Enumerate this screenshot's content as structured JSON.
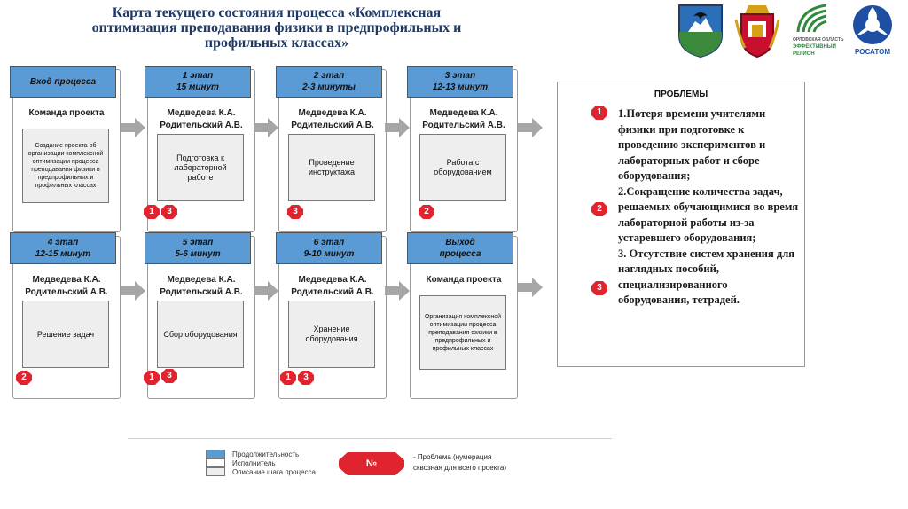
{
  "title": "Карта текущего состояния процесса «Комплексная оптимизация преподавания физики в предпрофильных и профильных классах»",
  "logos": {
    "region_text_1": "ОРЛОВСКАЯ ОБЛАСТЬ",
    "region_text_2": "ЭФФЕКТИВНЫЙ",
    "region_text_3": "РЕГИОН",
    "rosatom": "РОСАТОМ"
  },
  "cards": [
    {
      "head1": "Вход процесса",
      "head2": "",
      "who": "Команда проекта",
      "desc": "Создание проекта об организации комплексной оптимизации процесса преподавания физики в предпрофильных и профильных классах"
    },
    {
      "head1": "1 этап",
      "head2": "15 минут",
      "who": "Медведева К.А. Родительский А.В.",
      "desc": "Подготовка к лабораторной работе"
    },
    {
      "head1": "2 этап",
      "head2": "2-3 минуты",
      "who": "Медведева К.А. Родительский А.В.",
      "desc": "Проведение инструктажа"
    },
    {
      "head1": "3 этап",
      "head2": "12-13 минут",
      "who": "Медведева К.А. Родительский А.В.",
      "desc": "Работа с оборудованием"
    },
    {
      "head1": "4 этап",
      "head2": "12-15 минут",
      "who": "Медведева К.А. Родительский А.В.",
      "desc": "Решение задач"
    },
    {
      "head1": "5 этап",
      "head2": "5-6 минут",
      "who": "Медведева К.А. Родительский А.В.",
      "desc": "Сбор оборудования"
    },
    {
      "head1": "6 этап",
      "head2": "9-10 минут",
      "who": "Медведева К.А. Родительский А.В.",
      "desc": "Хранение оборудования"
    },
    {
      "head1": "Выход",
      "head2": "процесса",
      "who": "Команда проекта",
      "desc": "Организация комплексной оптимизации процесса преподавания физики в предпрофильных и профильных классах"
    }
  ],
  "badges": [
    "1",
    "3",
    "3",
    "2",
    "2",
    "1",
    "3",
    "1",
    "3"
  ],
  "problems": {
    "title": "ПРОБЛЕМЫ",
    "items": [
      "1.Потеря времени учителями физики при подготовке к проведению экспериментов и лабораторных работ и сборе оборудования;",
      "2.Сокращение количества задач, решаемых обучающимися во время лабораторной работы из-за устаревшего оборудования;",
      "3. Отсутствие систем хранения для наглядных пособий, специализированного оборудования, тетрадей."
    ],
    "badges": [
      "1",
      "2",
      "3"
    ]
  },
  "legend": {
    "duration": "Продолжительность",
    "performer": "Исполнитель",
    "description": "Описание шага процесса",
    "badge": "№",
    "note_line1": "- Проблема (нумерация",
    "note_line2": "сквозная для всего проекта)"
  },
  "colors": {
    "header_blue": "#5b9bd5",
    "badge_red": "#e0242f",
    "arrow_gray": "#a6a6a6",
    "title_navy": "#1f3864"
  }
}
